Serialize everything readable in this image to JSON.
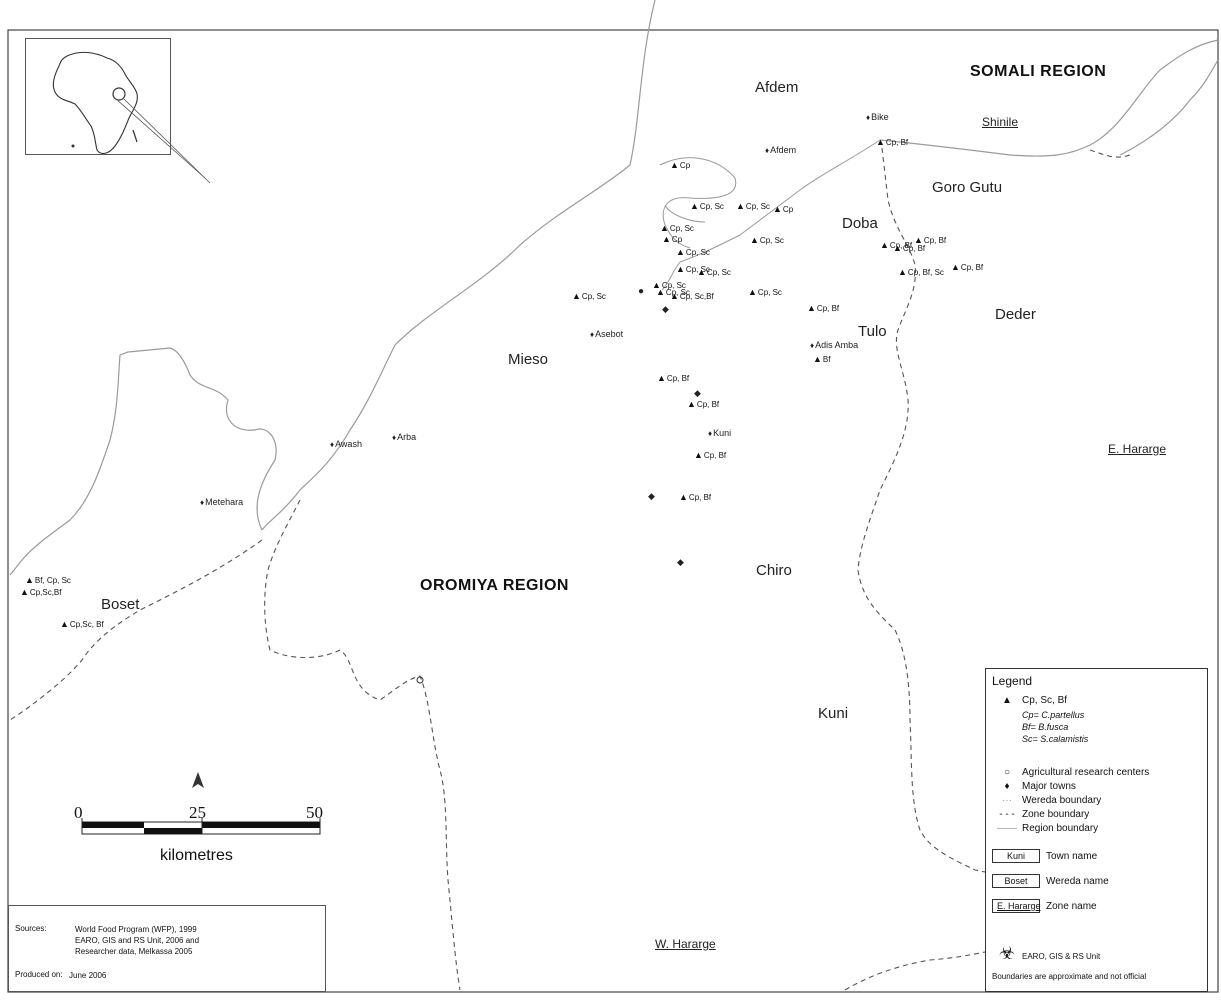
{
  "regions": {
    "somali": "SOMALI REGION",
    "oromiya": "OROMIYA REGION"
  },
  "weredas": {
    "afdem": "Afdem",
    "goro_gutu": "Goro Gutu",
    "doba": "Doba",
    "deder": "Deder",
    "tulo": "Tulo",
    "mieso": "Mieso",
    "boset": "Boset",
    "chiro": "Chiro",
    "kuni": "Kuni"
  },
  "zones": {
    "shinile": "Shinile",
    "e_hararge": "E. Hararge",
    "w_hararge": "W. Hararge"
  },
  "towns": {
    "afdem": "Afdem",
    "bike": "Bike",
    "asebot": "Asebot",
    "adis_amba": "Adis Amba",
    "kuni": "Kuni",
    "awash": "Awash",
    "arba": "Arba",
    "metehara": "Metehara"
  },
  "sites": [
    "Cp, Bf",
    "Cp",
    "Cp, Sc",
    "Cp, Sc",
    "Cp",
    "Cp, Sc",
    "Cp",
    "Cp, Sc",
    "Cp, Sc",
    "Cp, Sc",
    "Cp, Sc",
    "Cp, Sc",
    "Cp, Sc",
    "Cp, Sc,Bf",
    "Cp, Sc",
    "Cp, Sc",
    "Cp, Bf",
    "Cp, Bf",
    "Cp, Bf",
    "Cp, Bf, Sc",
    "Cp, Bf",
    "Cp, Bf",
    "Bf",
    "Cp, Bf",
    "Cp, Bf",
    "Cp, Bf",
    "Cp, Bf",
    "Bf, Cp, Sc",
    "Cp,Sc,Bf",
    "Cp,Sc, Bf"
  ],
  "scale_bar": {
    "ticks": [
      "0",
      "25",
      "50"
    ],
    "unit": "kilometres"
  },
  "legend": {
    "title": "Legend",
    "site_label": "Cp, Sc, Bf",
    "cp_def": "Cp= C.partellus",
    "bf_def": "Bf= B.fusca",
    "sc_def": "Sc= S.calamistis",
    "research_centers": "Agricultural research centers",
    "major_towns": "Major towns",
    "wereda_boundary": "Wereda boundary",
    "zone_boundary": "Zone boundary",
    "region_boundary": "Region boundary",
    "town_box": "Kuni",
    "town_name": "Town name",
    "wereda_box": "Boset",
    "wereda_name": "Wereda name",
    "zone_box": "E. Hararge",
    "zone_name": "Zone name",
    "unit": "EARO, GIS & RS Unit",
    "disclaimer": "Boundaries are approximate and not official"
  },
  "sources": {
    "label": "Sources:",
    "line1": "World Food Program (WFP), 1999",
    "line2": "EARO, GIS and RS Unit, 2006 and",
    "line3": "Researcher data, Melkassa 2005",
    "produced_label": "Produced on:",
    "produced_value": "June 2006"
  },
  "colors": {
    "boundary": "#9a9a9a",
    "zone_dash": "#555555",
    "text": "#111111"
  }
}
